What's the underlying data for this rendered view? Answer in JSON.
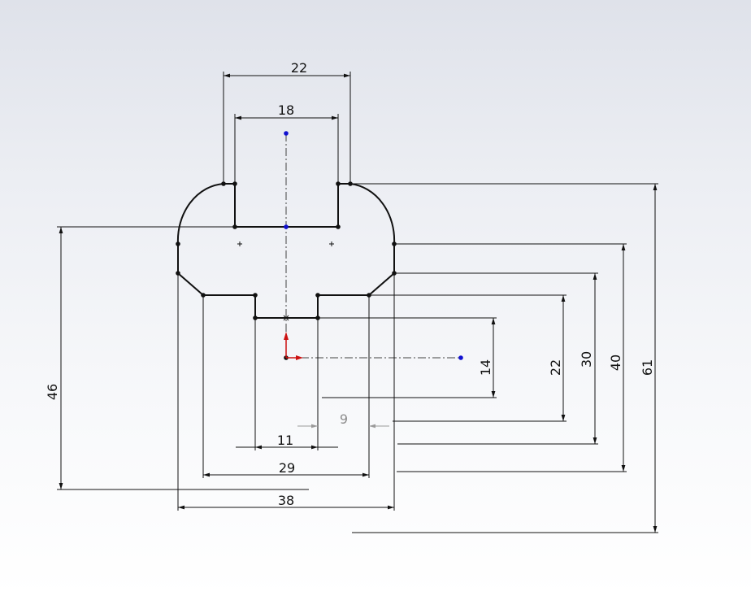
{
  "sketch": {
    "dimensions": {
      "width_22": "22",
      "width_18": "18",
      "height_46": "46",
      "height_14": "14",
      "height_22": "22",
      "height_30": "30",
      "height_40": "40",
      "height_61": "61",
      "width_9": "9",
      "width_11": "11",
      "width_29": "29",
      "width_38": "38"
    },
    "colors": {
      "profile": "#111111",
      "dimension": "#111111",
      "driven_dimension": "#8c8c8c",
      "point": "#111111",
      "construction_point": "#1010d0",
      "origin_x": "#cc1111",
      "origin_y": "#cc1111"
    }
  }
}
